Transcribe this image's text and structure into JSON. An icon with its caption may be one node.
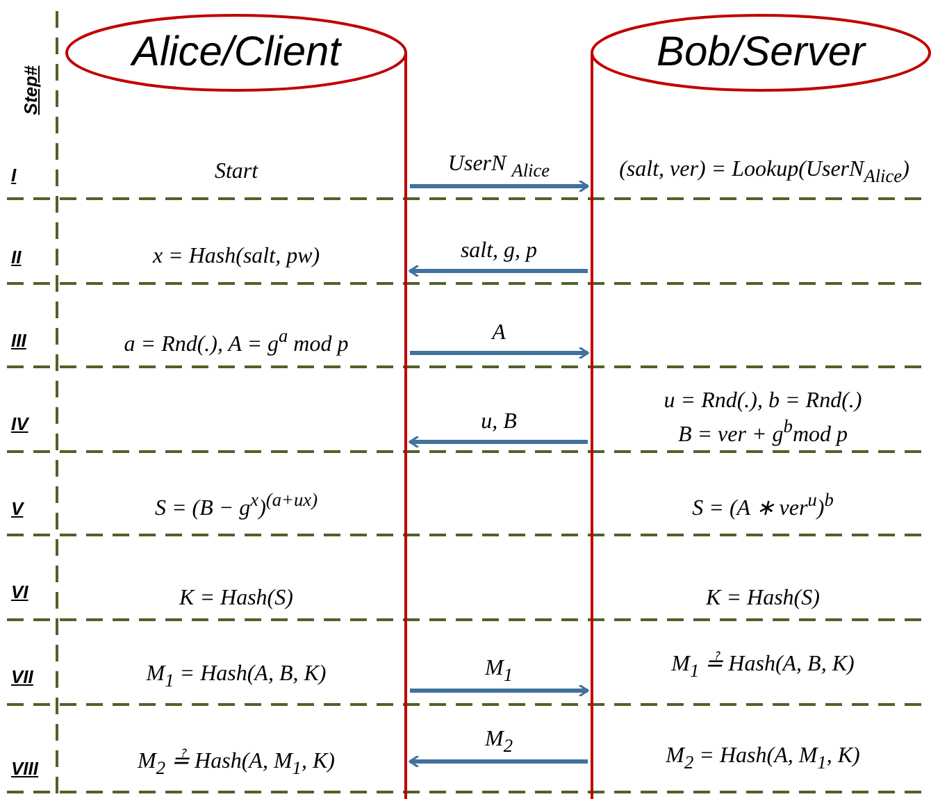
{
  "diagram": {
    "nodes": [
      {
        "text": [
          "Alice/Client"
        ]
      },
      {
        "text": [
          "Bob/Server"
        ]
      }
    ],
    "edges": [
      {
        "from": 0,
        "to": 1,
        "arrow": "to",
        "label": "UserN $_{Alice}$"
      },
      {
        "from": 1,
        "to": 0,
        "arrow": "to",
        "label": "salt, g, p"
      },
      {
        "from": 0,
        "to": 1,
        "arrow": "to",
        "label": "A"
      },
      {
        "from": 1,
        "to": 0,
        "arrow": "to",
        "label": "u, B"
      },
      {
        "from": 0,
        "to": 1,
        "arrow": "to",
        "label": "M$_{1}$"
      },
      {
        "from": 1,
        "to": 0,
        "arrow": "to",
        "label": "M$_{2}$"
      }
    ],
    "labels": [
      "Step#",
      "I",
      "Start",
      "(salt, ver) = Lookup(UserN$_{Alice}$)",
      "II",
      "x = Hash(salt, pw)",
      "III",
      "a = Rnd(.), A = g$^{a}$ mod p",
      "IV",
      "u = Rnd(.), b = Rnd(.)",
      "B = ver + g$^{b}$mod p",
      "V",
      "S = (B − g$^{x}$)$^{(a+ux)}$",
      "S = (A ∗ ver$^{u}$)$^{b}$",
      "VI",
      "K = Hash(S)",
      "K = Hash(S)",
      "VII",
      "M$_{1}$ = Hash(A, B, K)",
      "M$_{1}$ ≟ Hash(A, B, K)",
      "VIII",
      "M$_{2}$ ≟ Hash(A, M$_{1}$, K)",
      "M$_{2}$ = Hash(A, M$_{1}$, K)"
    ]
  }
}
